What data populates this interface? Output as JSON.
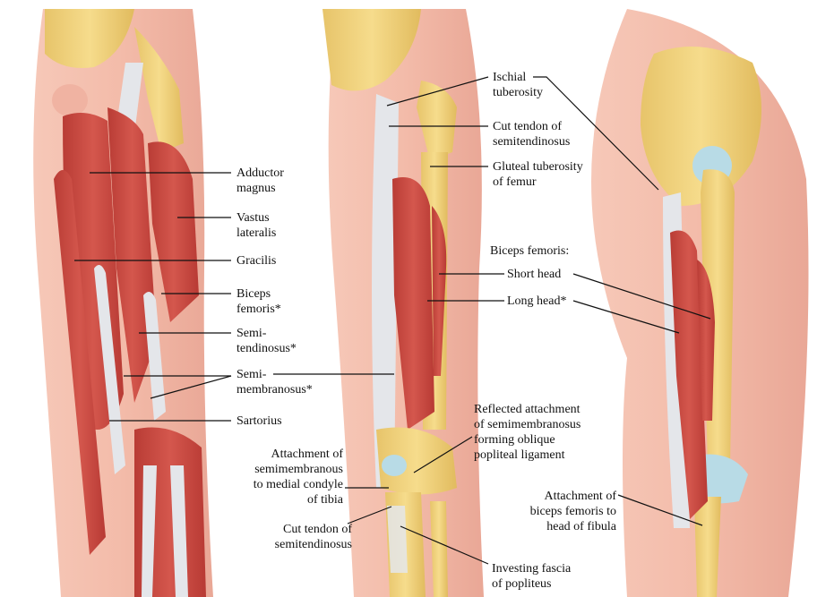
{
  "labels": {
    "adductor_magnus": [
      "Adductor",
      "magnus"
    ],
    "vastus_lateralis": [
      "Vastus",
      "lateralis"
    ],
    "gracilis": [
      "Gracilis"
    ],
    "biceps_femoris": [
      "Biceps",
      "femoris*"
    ],
    "semitendinosus": [
      "Semi-",
      "tendinosus*"
    ],
    "semimembranosus": [
      "Semi-",
      "membranosus*"
    ],
    "sartorius": [
      "Sartorius"
    ],
    "ischial_tuberosity": [
      "Ischial",
      "tuberosity"
    ],
    "cut_tendon_top": [
      "Cut tendon of",
      "semitendinosus"
    ],
    "gluteal_tuberosity": [
      "Gluteal tuberosity",
      "of femur"
    ],
    "biceps_femoris_heading": [
      "Biceps femoris:"
    ],
    "short_head": [
      "Short head"
    ],
    "long_head": [
      "Long head*"
    ],
    "reflected_attachment": [
      "Reflected attachment",
      "of semimembranosus",
      "forming oblique",
      "popliteal ligament"
    ],
    "attachment_semimembranosus": [
      "Attachment of",
      "semimembranous",
      "to medial condyle",
      "of tibia"
    ],
    "cut_tendon_bottom": [
      "Cut tendon of",
      "semitendinosus"
    ],
    "investing_fascia": [
      "Investing fascia",
      "of popliteus"
    ],
    "attachment_biceps": [
      "Attachment of",
      "biceps femoris to",
      "head of fibula"
    ]
  },
  "colors": {
    "skin": "#f0b3a2",
    "muscle": "#c8473f",
    "tendon": "#e4e6ea",
    "bone": "#f1d37f",
    "cartilage": "#b8dbe6",
    "leader": "#111111"
  }
}
